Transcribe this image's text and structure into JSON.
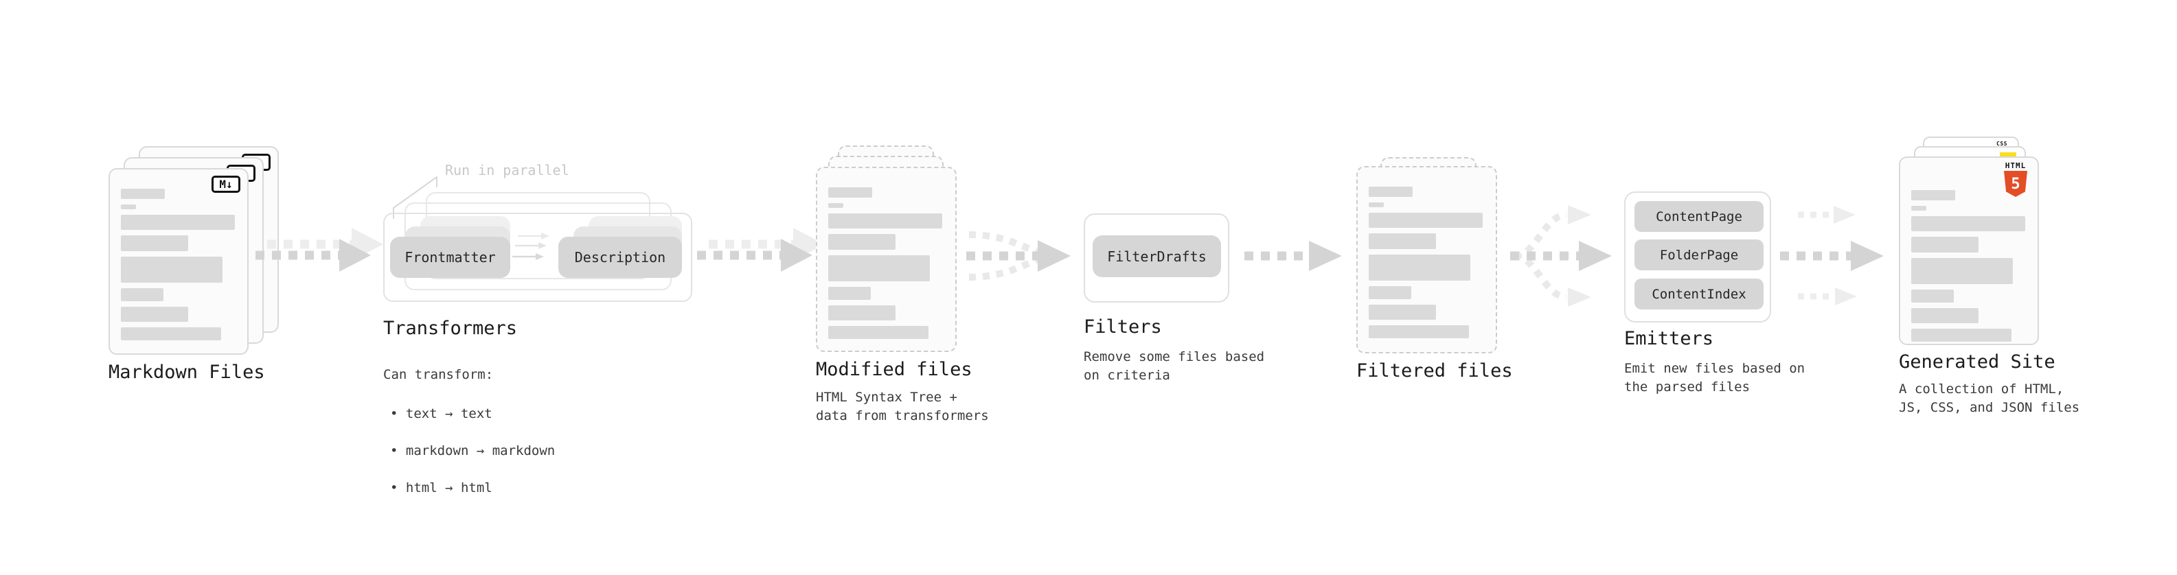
{
  "colors": {
    "arrow": "#d4d4d4",
    "arrow_light": "#ededed",
    "skeleton": "#dadada",
    "note_gray": "#c8c8c8",
    "markdown_badge": "#111111",
    "html5_orange": "#e44d26",
    "js_yellow": "#f7df1e",
    "css_blue": "#2965f1"
  },
  "stages": {
    "markdown": {
      "title": "Markdown Files",
      "badge": "M↓"
    },
    "transformers": {
      "title": "Transformers",
      "note": "Run in parallel",
      "nodes": [
        "Frontmatter",
        "Description"
      ],
      "desc_heading": "Can transform:",
      "bullets": [
        "• text → text",
        "• markdown → markdown",
        "• html → html"
      ]
    },
    "modified": {
      "title": "Modified files",
      "desc": "HTML Syntax Tree +\ndata from transformers"
    },
    "filters": {
      "title": "Filters",
      "nodes": [
        "FilterDrafts"
      ],
      "desc": "Remove some files based\non criteria"
    },
    "filtered": {
      "title": "Filtered files"
    },
    "emitters": {
      "title": "Emitters",
      "nodes": [
        "ContentPage",
        "FolderPage",
        "ContentIndex"
      ],
      "desc": "Emit new files based on\nthe parsed files"
    },
    "generated": {
      "title": "Generated Site",
      "desc": "A collection of HTML,\nJS, CSS, and JSON files",
      "css_badge": "CSS",
      "html_badge": "HTML",
      "html_badge_number": "5"
    }
  }
}
